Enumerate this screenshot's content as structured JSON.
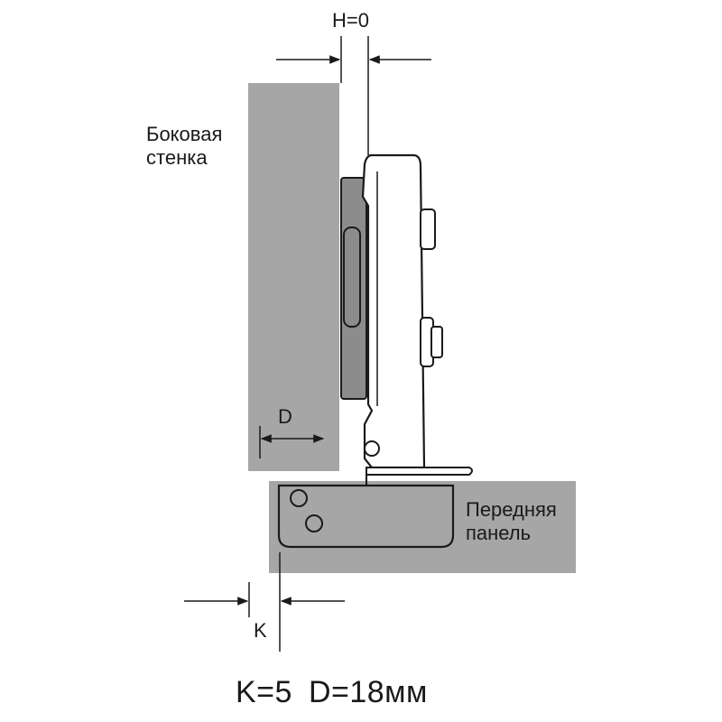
{
  "labels": {
    "side_wall_line1": "Боковая",
    "side_wall_line2": "стенка",
    "front_panel_line1": "Передняя",
    "front_panel_line2": "панель",
    "h_dimension": "H=0",
    "d_dimension": "D",
    "k_dimension": "K",
    "formula_k": "K=5",
    "formula_d": "D=18мм"
  },
  "colors": {
    "panel_gray": "#a6a6a6",
    "plate_gray": "#8c8c8c",
    "line": "#1a1a1a",
    "hinge_fill": "#ffffff"
  }
}
